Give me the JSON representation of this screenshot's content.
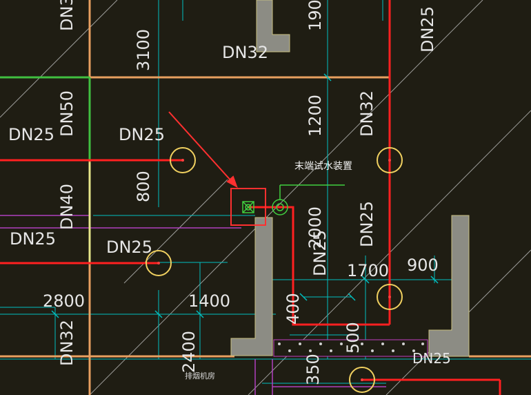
{
  "drawing": {
    "labels_horizontal": [
      {
        "id": "dn32-top",
        "text": "DN32"
      },
      {
        "id": "dn25-left-upper",
        "text": "DN25"
      },
      {
        "id": "dn25-mid-upper",
        "text": "DN25"
      },
      {
        "id": "dn25-left-lower",
        "text": "DN25"
      },
      {
        "id": "dn25-mid-lower",
        "text": "DN25"
      },
      {
        "id": "dim-2800",
        "text": "2800"
      },
      {
        "id": "dim-1400",
        "text": "1400"
      },
      {
        "id": "dim-1700",
        "text": "1700"
      },
      {
        "id": "dim-900",
        "text": "900"
      }
    ],
    "labels_vertical": [
      {
        "id": "dn3-topleft",
        "text": "DN3"
      },
      {
        "id": "dim-3100",
        "text": "3100"
      },
      {
        "id": "dim-1900",
        "text": "1900"
      },
      {
        "id": "dn25-topright",
        "text": "DN25"
      },
      {
        "id": "dn50",
        "text": "DN50"
      },
      {
        "id": "dim-1200",
        "text": "1200"
      },
      {
        "id": "dn32-right",
        "text": "DN32"
      },
      {
        "id": "dim-800",
        "text": "800"
      },
      {
        "id": "dn40",
        "text": "DN40"
      },
      {
        "id": "dim-2000",
        "text": "2000"
      },
      {
        "id": "dn25-center",
        "text": "DN25"
      },
      {
        "id": "dn25-right",
        "text": "DN25"
      },
      {
        "id": "dn32-bottomleft",
        "text": "DN32"
      },
      {
        "id": "dim-2400",
        "text": "2400"
      },
      {
        "id": "dim-400",
        "text": "400"
      },
      {
        "id": "dim-350",
        "text": "350"
      },
      {
        "id": "dim-500",
        "text": "500"
      }
    ],
    "note_end_test": "末端试水装置",
    "note_room": "排烟机房",
    "partial_dn": "DN25",
    "colors": {
      "background": "#1f1d13",
      "red_pipe": "#ff2020",
      "orange_pipe": "#e8a060",
      "green_pipe": "#40c040",
      "yellow_pipe": "#e6e68a",
      "cyan_line": "#00c8c8",
      "wall_grey": "#8c8c84",
      "arrow_red": "#ff3030",
      "sprinkler_yellow": "#f0d060",
      "magenta": "#b040c0"
    }
  }
}
